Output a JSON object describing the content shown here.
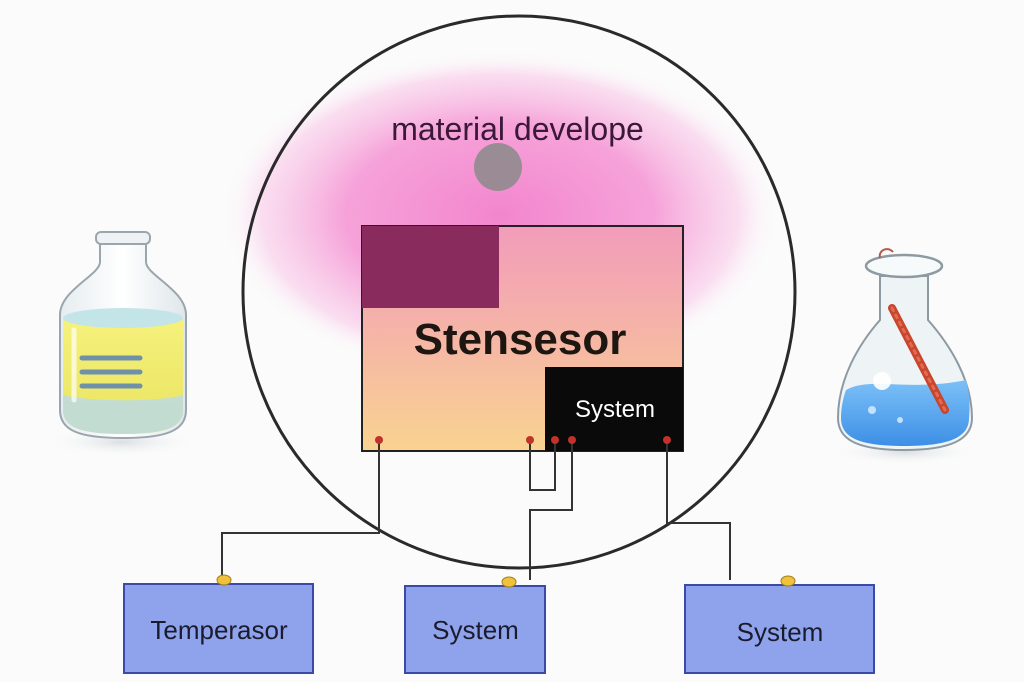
{
  "circle": {
    "label": "material develope"
  },
  "sensor_panel": {
    "title": "Stensesor",
    "inner_label": "System"
  },
  "bottom_boxes": [
    {
      "label": "Temperasor"
    },
    {
      "label": "System"
    },
    {
      "label": "System"
    }
  ],
  "colors": {
    "glow": "#f58fd0",
    "panel_dark_square": "#8a2b5e",
    "panel_gradient_top": "#f4a0b6",
    "panel_gradient_bottom": "#f8d08e",
    "system_block": "#0a0a0a",
    "box_fill": "#8fa3ec",
    "box_border": "#3b4aa6",
    "connector": "#f0c23c",
    "terminal": "#c0322a",
    "bottle_liquid": "#f4ef78",
    "flask_liquid": "#5aa8f0"
  },
  "icons": [
    "glass-bottle-icon",
    "erlenmeyer-flask-icon"
  ]
}
